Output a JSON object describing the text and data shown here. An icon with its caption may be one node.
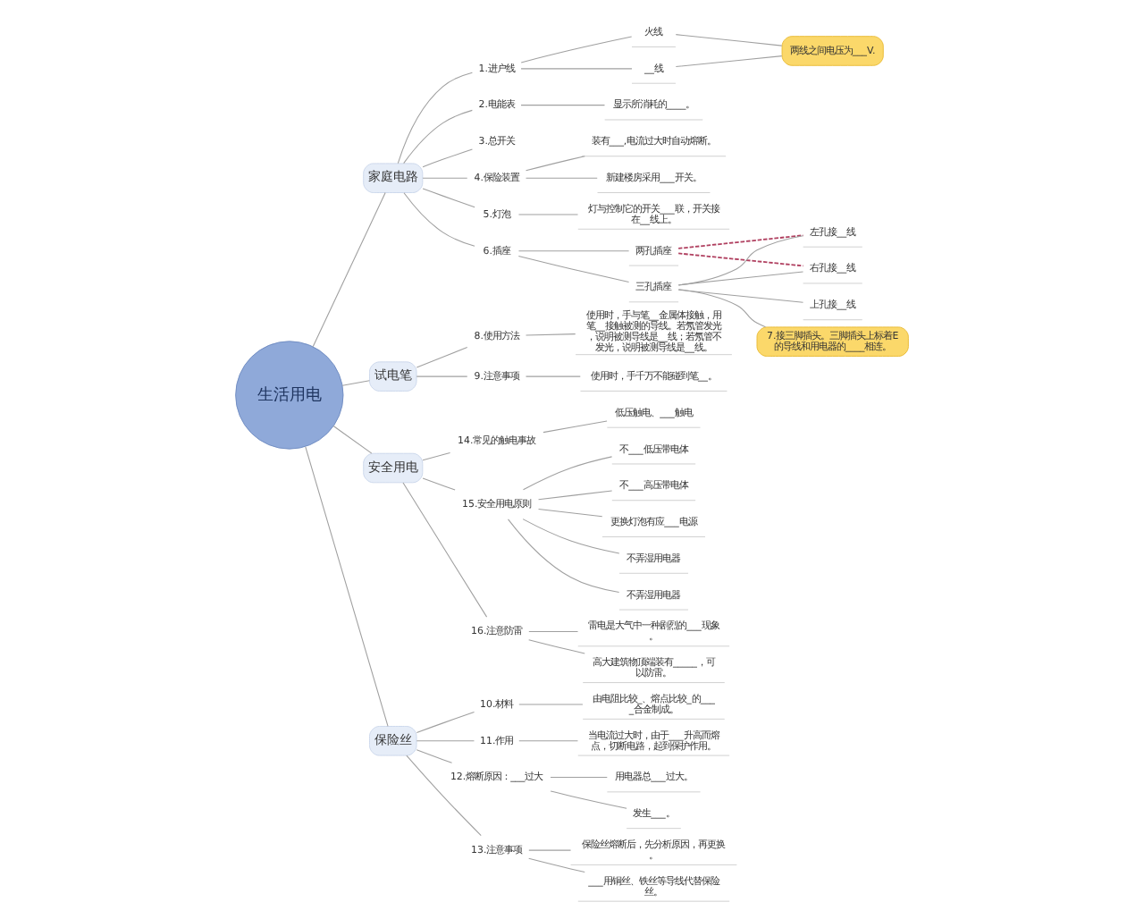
{
  "diagram": {
    "nodes": [
      {
        "text": [
          "生活用电"
        ]
      },
      {
        "text": [
          "家庭电路"
        ]
      },
      {
        "text": [
          "1.进户线"
        ]
      },
      {
        "text": [
          "火线"
        ]
      },
      {
        "text": [
          "__线"
        ]
      },
      {
        "text": [
          "两线之间电压为___V."
        ]
      },
      {
        "text": [
          "2.电能表"
        ]
      },
      {
        "text": [
          "显示所消耗的____。"
        ]
      },
      {
        "text": [
          "3.总开关"
        ]
      },
      {
        "text": [
          "4.保险装置"
        ]
      },
      {
        "text": [
          "装有___,电流过大时自动熔断。"
        ]
      },
      {
        "text": [
          "新建楼房采用___开关。"
        ]
      },
      {
        "text": [
          "5.灯泡"
        ]
      },
      {
        "text": [
          "灯与控制它的开关___联，开关接在__线上。"
        ]
      },
      {
        "text": [
          "6.插座"
        ]
      },
      {
        "text": [
          "两孔插座"
        ]
      },
      {
        "text": [
          "三孔插座"
        ]
      },
      {
        "text": [
          "上孔接__线"
        ]
      },
      {
        "text": [
          "左孔接__线"
        ]
      },
      {
        "text": [
          "右孔接__线"
        ]
      },
      {
        "text": [
          "7.接三脚插头。三脚插头上标着E的导线和用电器的____相连。"
        ]
      },
      {
        "text": [
          "试电笔"
        ]
      },
      {
        "text": [
          "8.使用方法"
        ]
      },
      {
        "text": [
          "使用时，手与笔__金属体接触，用笔__接触被测的导线。若氖管发光，说明被测导线是__线；若氖管不发光，说明被测导线是__线。"
        ]
      },
      {
        "text": [
          "9.注意事项"
        ]
      },
      {
        "text": [
          "使用时，手千万不能碰到笔__。"
        ]
      },
      {
        "text": [
          "安全用电"
        ]
      },
      {
        "text": [
          "14.常见的触电事故"
        ]
      },
      {
        "text": [
          "低压触电、___触电"
        ]
      },
      {
        "text": [
          "15.安全用电原则"
        ]
      },
      {
        "text": [
          "不___低压带电体"
        ]
      },
      {
        "text": [
          "不___高压带电体"
        ]
      },
      {
        "text": [
          "更换灯泡有应___电源"
        ]
      },
      {
        "text": [
          "不弄湿用电器"
        ]
      },
      {
        "text": [
          "不弄湿用电器"
        ]
      },
      {
        "text": [
          "16.注意防雷"
        ]
      },
      {
        "text": [
          "雷电是大气中一种剧烈的___现象。"
        ]
      },
      {
        "text": [
          "高大建筑物顶端装有_____，可以防雷。"
        ]
      },
      {
        "text": [
          "保险丝"
        ]
      },
      {
        "text": [
          "10.材料"
        ]
      },
      {
        "text": [
          "由电阻比较_、熔点比较_的____合金制成。"
        ]
      },
      {
        "text": [
          "11.作用"
        ]
      },
      {
        "text": [
          "当电流过大时，由于___升高而熔点，切断电路，起到保护作用。"
        ]
      },
      {
        "text": [
          "12.熔断原因：___过大"
        ]
      },
      {
        "text": [
          "用电器总___过大。"
        ]
      },
      {
        "text": [
          "发生___。"
        ]
      },
      {
        "text": [
          "13.注意事项"
        ]
      },
      {
        "text": [
          "保险丝熔断后，先分析原因，再更换。"
        ]
      },
      {
        "text": [
          "___用铜丝、铁丝等导线代替保险丝。"
        ]
      }
    ],
    "edges": [
      {
        "from": 0,
        "to": 1,
        "arrow": "none"
      },
      {
        "from": 1,
        "to": 2,
        "arrow": "none"
      },
      {
        "from": 2,
        "to": 3,
        "arrow": "none"
      },
      {
        "from": 2,
        "to": 4,
        "arrow": "none"
      },
      {
        "from": 3,
        "to": 5,
        "arrow": "none"
      },
      {
        "from": 4,
        "to": 5,
        "arrow": "none"
      },
      {
        "from": 1,
        "to": 6,
        "arrow": "none"
      },
      {
        "from": 6,
        "to": 7,
        "arrow": "none"
      },
      {
        "from": 1,
        "to": 8,
        "arrow": "none"
      },
      {
        "from": 1,
        "to": 9,
        "arrow": "none"
      },
      {
        "from": 9,
        "to": 10,
        "arrow": "none"
      },
      {
        "from": 9,
        "to": 11,
        "arrow": "none"
      },
      {
        "from": 1,
        "to": 12,
        "arrow": "none"
      },
      {
        "from": 12,
        "to": 13,
        "arrow": "none"
      },
      {
        "from": 1,
        "to": 14,
        "arrow": "none"
      },
      {
        "from": 14,
        "to": 15,
        "arrow": "none"
      },
      {
        "from": 14,
        "to": 16,
        "arrow": "none"
      },
      {
        "from": 16,
        "to": 17,
        "arrow": "none"
      },
      {
        "from": 16,
        "to": 18,
        "arrow": "none"
      },
      {
        "from": 16,
        "to": 19,
        "arrow": "none"
      },
      {
        "from": 15,
        "to": 18,
        "arrow": "none",
        "style": "dashed",
        "color": "#b04060"
      },
      {
        "from": 15,
        "to": 19,
        "arrow": "none",
        "style": "dashed",
        "color": "#b04060"
      },
      {
        "from": 16,
        "to": 20,
        "arrow": "none"
      },
      {
        "from": 0,
        "to": 21,
        "arrow": "none"
      },
      {
        "from": 21,
        "to": 22,
        "arrow": "none"
      },
      {
        "from": 22,
        "to": 23,
        "arrow": "none"
      },
      {
        "from": 21,
        "to": 24,
        "arrow": "none"
      },
      {
        "from": 24,
        "to": 25,
        "arrow": "none"
      },
      {
        "from": 0,
        "to": 26,
        "arrow": "none"
      },
      {
        "from": 26,
        "to": 27,
        "arrow": "none"
      },
      {
        "from": 27,
        "to": 28,
        "arrow": "none"
      },
      {
        "from": 26,
        "to": 29,
        "arrow": "none"
      },
      {
        "from": 29,
        "to": 30,
        "arrow": "none"
      },
      {
        "from": 29,
        "to": 31,
        "arrow": "none"
      },
      {
        "from": 29,
        "to": 32,
        "arrow": "none"
      },
      {
        "from": 29,
        "to": 33,
        "arrow": "none"
      },
      {
        "from": 29,
        "to": 34,
        "arrow": "none"
      },
      {
        "from": 26,
        "to": 35,
        "arrow": "none"
      },
      {
        "from": 35,
        "to": 36,
        "arrow": "none"
      },
      {
        "from": 35,
        "to": 37,
        "arrow": "none"
      },
      {
        "from": 0,
        "to": 38,
        "arrow": "none"
      },
      {
        "from": 38,
        "to": 39,
        "arrow": "none"
      },
      {
        "from": 39,
        "to": 40,
        "arrow": "none"
      },
      {
        "from": 38,
        "to": 41,
        "arrow": "none"
      },
      {
        "from": 41,
        "to": 42,
        "arrow": "none"
      },
      {
        "from": 38,
        "to": 43,
        "arrow": "none"
      },
      {
        "from": 43,
        "to": 44,
        "arrow": "none"
      },
      {
        "from": 43,
        "to": 45,
        "arrow": "none"
      },
      {
        "from": 38,
        "to": 46,
        "arrow": "none"
      },
      {
        "from": 46,
        "to": 47,
        "arrow": "none"
      },
      {
        "from": 46,
        "to": 48,
        "arrow": "none"
      }
    ]
  }
}
